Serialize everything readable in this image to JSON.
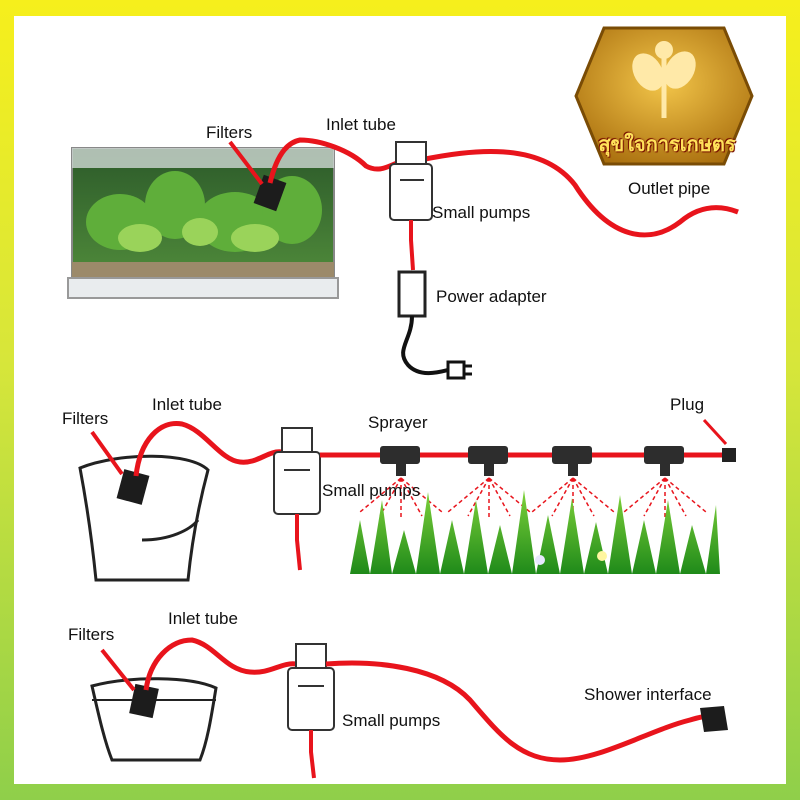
{
  "brand": {
    "name": "สุขใจการเกษตร",
    "colors": {
      "gold": "#c98a12",
      "hose": "#e8141c"
    }
  },
  "sections": [
    {
      "labels": {
        "filters": "Filters",
        "inlet_tube": "Inlet tube",
        "outlet_pipe": "Outlet pipe",
        "small_pumps": "Small pumps",
        "power_adapter": "Power adapter"
      }
    },
    {
      "labels": {
        "filters": "Filters",
        "inlet_tube": "Inlet tube",
        "sprayer": "Sprayer",
        "plug": "Plug",
        "small_pumps": "Small pumps"
      }
    },
    {
      "labels": {
        "filters": "Filters",
        "inlet_tube": "Inlet tube",
        "small_pumps": "Small pumps",
        "shower_interface": "Shower interface"
      }
    }
  ]
}
